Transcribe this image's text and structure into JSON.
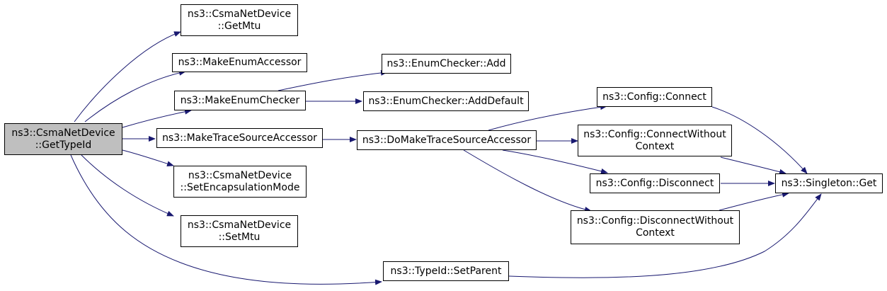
{
  "colors": {
    "edge": "#191970",
    "root_fill": "#bfbfbf",
    "node_fill": "#ffffff",
    "border": "#000000"
  },
  "nodes": {
    "root": {
      "line1": "ns3::CsmaNetDevice",
      "line2": "::GetTypeId"
    },
    "getmtu": {
      "line1": "ns3::CsmaNetDevice",
      "line2": "::GetMtu"
    },
    "makeenumaccessor": {
      "line1": "ns3::MakeEnumAccessor"
    },
    "makeenumchecker": {
      "line1": "ns3::MakeEnumChecker"
    },
    "maketracesourceaccessor": {
      "line1": "ns3::MakeTraceSourceAccessor"
    },
    "setencapsulationmode": {
      "line1": "ns3::CsmaNetDevice",
      "line2": "::SetEncapsulationMode"
    },
    "setmtu": {
      "line1": "ns3::CsmaNetDevice",
      "line2": "::SetMtu"
    },
    "setparent": {
      "line1": "ns3::TypeId::SetParent"
    },
    "enumcheckeradd": {
      "line1": "ns3::EnumChecker::Add"
    },
    "enumcheckeradddefault": {
      "line1": "ns3::EnumChecker::AddDefault"
    },
    "domaketracesourceaccessor": {
      "line1": "ns3::DoMakeTraceSourceAccessor"
    },
    "configconnect": {
      "line1": "ns3::Config::Connect"
    },
    "configconnectwithoutcontext": {
      "line1": "ns3::Config::ConnectWithout",
      "line2": "Context"
    },
    "configdisconnect": {
      "line1": "ns3::Config::Disconnect"
    },
    "configdisconnectwithoutcontext": {
      "line1": "ns3::Config::DisconnectWithout",
      "line2": "Context"
    },
    "singletonget": {
      "line1": "ns3::Singleton::Get"
    }
  }
}
